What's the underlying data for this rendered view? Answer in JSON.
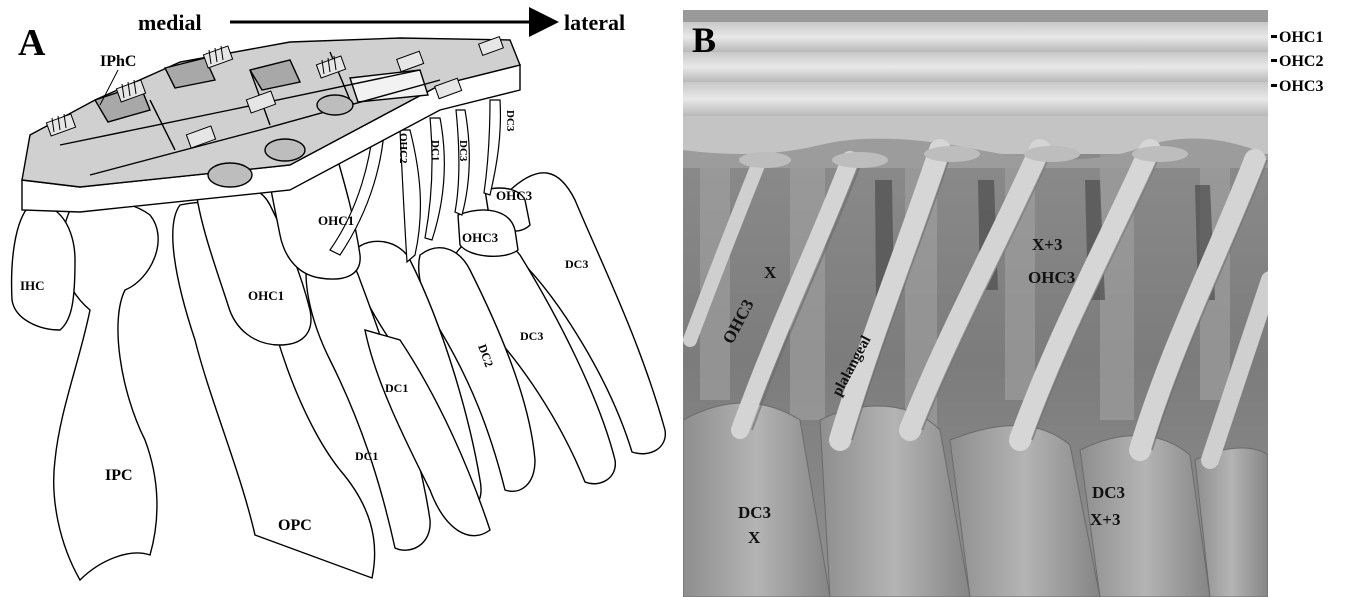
{
  "panel_a": {
    "letter": "A",
    "axis_left": "medial",
    "axis_right": "lateral",
    "labels": {
      "iphc": "IPhC",
      "ihc": "IHC",
      "ipc": "IPC",
      "opc": "OPC",
      "ohc1_a": "OHC1",
      "ohc1_b": "OHC1",
      "ohc2": "OHC2",
      "ohc3_a": "OHC3",
      "ohc3_b": "OHC3",
      "dc1_a": "DC1",
      "dc1_b": "DC1",
      "dc1_c": "DC1",
      "dc2": "DC2",
      "dc3_a": "DC3",
      "dc3_b": "DC3",
      "dc3_c": "DC3",
      "dc3_d": "DC3"
    }
  },
  "panel_b": {
    "letter": "B",
    "row_labels": [
      "OHC1",
      "OHC2",
      "OHC3"
    ],
    "labels": {
      "x_top": "X",
      "ohc3_left": "OHC3",
      "x3_top": "X+3",
      "ohc3_right": "OHC3",
      "phalangeal": "plalangeal",
      "dc3_left": "DC3",
      "x_bottom": "X",
      "dc3_right": "DC3",
      "x3_bottom": "X+3"
    }
  }
}
